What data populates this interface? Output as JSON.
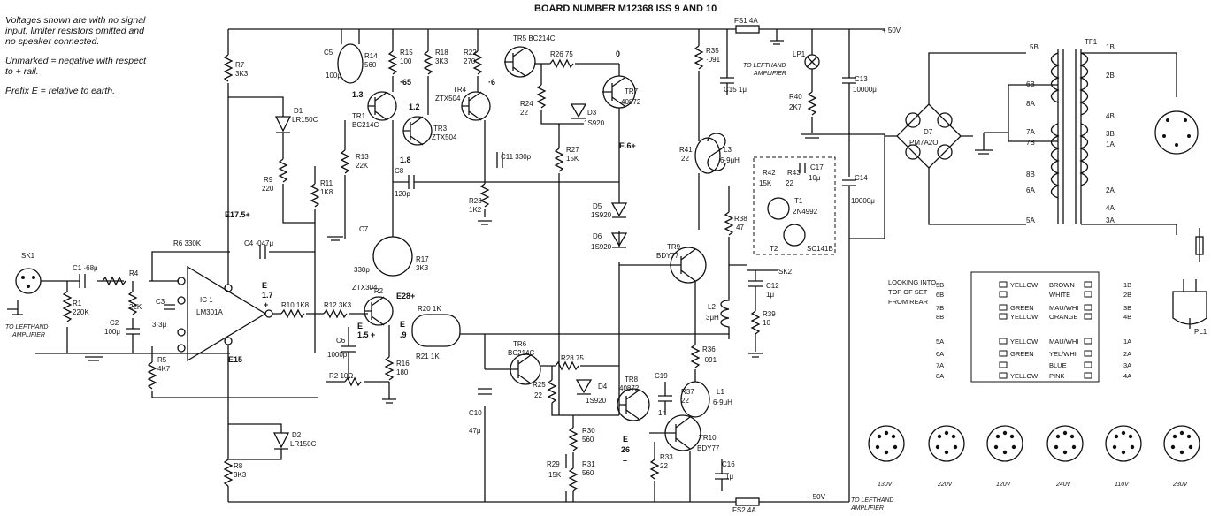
{
  "title": "BOARD NUMBER M12368 ISS 9 AND 10",
  "notes": {
    "line1": "Voltages shown are with no signal",
    "line2": "input, limiter resistors omitted and",
    "line3": "no speaker connected.",
    "line4": "Unmarked = negative with respect",
    "line5": "to + rail.",
    "line6": "Prefix E = relative to earth."
  },
  "components": {
    "sk1": "SK1",
    "c1": "C1 ·68μ",
    "r3": "R3 22K",
    "r1": "R1",
    "r1v": "220K",
    "r4": "R4",
    "r4v": "22K",
    "c2": "C2",
    "c2v": "100μ",
    "c3": "C3",
    "c3v": "3·3μ",
    "r5": "R5",
    "r5v": "4K7",
    "r6": "R6 330K",
    "c4": "C4 ·047μ",
    "ic1": "IC 1",
    "ic1v": "LM301A",
    "r7": "R7",
    "r7v": "3K3",
    "d1": "D1",
    "d1v": "LR150C",
    "r9": "R9",
    "r9v": "220",
    "r11": "R11",
    "r11v": "1K8",
    "c5": "C5",
    "c5v": "100μ",
    "r14": "R14",
    "r14v": "560",
    "tr1": "TR1",
    "tr1v": "BC214C",
    "r13": "R13",
    "r13v": "22K",
    "r15": "R15",
    "r15v": "100",
    "r18": "R18",
    "r18v": "3K3",
    "r22": "R22",
    "r22v": "270",
    "tr5": "TR5 BC214C",
    "tr4": "TR4",
    "tr4v": "ZTX504",
    "tr3": "TR3",
    "tr3v": "ZTX504",
    "r26": "R26 75",
    "r24": "R24",
    "r24v": "22",
    "d3": "D3",
    "d3v": "1S920",
    "tr7": "TR7",
    "tr7v": "40872",
    "r27": "R27",
    "r27v": "15K",
    "c11": "C11 330p",
    "c8": "C8",
    "c8v": "120p",
    "r23": "R23",
    "r23v": "1K2",
    "r35": "R35",
    "r35v": "·091",
    "c15": "C15 1μ",
    "fs1": "FS1 4A",
    "lp1": "LP1",
    "r40": "R40",
    "r40v": "2K7",
    "c13": "C13",
    "c13v": "10000μ",
    "r41": "R41",
    "r41v": "22",
    "l3": "L3",
    "l3v": "6·9μH",
    "d5": "D5",
    "d5v": "1S920",
    "d6": "D6",
    "d6v": "1S920",
    "c7": "C7",
    "c7v": "330p",
    "r17": "R17",
    "r17v": "3K3",
    "tr2": "TR2",
    "tr2v": "ZTX304",
    "r10": "R10 1K8",
    "r12": "R12 3K3",
    "c6": "C6",
    "c6v": "1000p",
    "r2": "R2 10Ω",
    "r16": "R16",
    "r16v": "180",
    "r20": "R20 1K",
    "r21": "R21 1K",
    "tr9": "TR9",
    "tr9v": "BDY77",
    "r38": "R38",
    "r38v": "47",
    "r42": "R42",
    "r42v": "15K",
    "r43": "R43",
    "r43v": "22",
    "c17": "C17",
    "c17v": "10μ",
    "t1": "T1",
    "t1v": "2N4992",
    "t2": "T2",
    "t2v": "SC141B",
    "c14": "C14",
    "c14v": "10000μ",
    "sk2": "SK2",
    "c12": "C12",
    "c12v": "1μ",
    "l2": "L2",
    "l2v": "3μH",
    "r39": "R39",
    "r39v": "10",
    "r36": "R36",
    "r36v": "·091",
    "tr6": "TR6",
    "tr6v": "BC214C",
    "r28": "R28 75",
    "r25": "R25",
    "r25v": "22",
    "d4": "D4",
    "d4v": "1S920",
    "tr8": "TR8",
    "tr8v": "40872",
    "c19": "C19",
    "c19v": "1n",
    "r37": "R37",
    "r37v": "22",
    "l1": "L1",
    "l1v": "6·9μH",
    "c10": "C10",
    "c10v": "47μ",
    "r30": "R30",
    "r30v": "560",
    "r31": "R31",
    "r31v": "560",
    "r29": "R29",
    "r29v": "15K",
    "r33": "R33",
    "r33v": "22",
    "tr10": "TR10",
    "tr10v": "BDY77",
    "c16": "C16",
    "c16v": "1μ",
    "fs2": "FS2 4A",
    "d2": "D2",
    "d2v": "LR150C",
    "r8": "R8",
    "r8v": "3K3",
    "d7": "D7",
    "d7v": "PM7A2O",
    "tf1": "TF1",
    "pl1": "PL1"
  },
  "voltages": {
    "v13": "1.3",
    "v65": "·65",
    "v12": "1.2",
    "v6": "·6",
    "v0": "0",
    "e6": "E.6+",
    "e175": "E17.5+",
    "v18": "1.8",
    "e17": "E",
    "v17": "1.7",
    "e28": "E28+",
    "e15": "E15–",
    "e15a": "E",
    "v15": "1.5 +",
    "v9": ".9",
    "e": "E",
    "v26": "26",
    "minus": "–",
    "plus": "+"
  },
  "rails": {
    "pos": "+ 50V",
    "neg": "– 50V"
  },
  "refs": {
    "to_left_top": "TO LEFTHAND",
    "to_left_top2": "AMPLIFIER",
    "to_left_in": "TO LEFTHAND",
    "to_left_in2": "AMPLIFIER",
    "to_left_bot": "TO LEFTHAND",
    "to_left_bot2": "AMPLIFIER"
  },
  "transformer_taps": {
    "left": [
      "5B",
      "6B",
      "8A",
      "7A",
      "7B",
      "8B",
      "6A",
      "5A"
    ],
    "right": [
      "1B",
      "2B",
      "4B",
      "3B",
      "1A",
      "2A",
      "4A",
      "3A"
    ]
  },
  "wiring_legend": {
    "heading": [
      "LOOKING INTO",
      "TOP OF SET",
      "FROM REAR"
    ],
    "left_codes": [
      "5B",
      "6B",
      "7B",
      "8B",
      "5A",
      "6A",
      "7A",
      "8A"
    ],
    "right_codes": [
      "1B",
      "2B",
      "3B",
      "4B",
      "1A",
      "2A",
      "3A",
      "4A"
    ],
    "left_colours": [
      "YELLOW",
      "",
      "GREEN",
      "YELLOW",
      "YELLOW",
      "GREEN",
      "",
      "YELLOW"
    ],
    "right_colours": [
      "BROWN",
      "WHITE",
      "MAU/WHI",
      "ORANGE",
      "MAU/WHI",
      "YEL/WHI",
      "BLUE",
      "PINK"
    ]
  },
  "voltage_selector": [
    "130V",
    "220V",
    "120V",
    "240V",
    "110V",
    "230V"
  ]
}
